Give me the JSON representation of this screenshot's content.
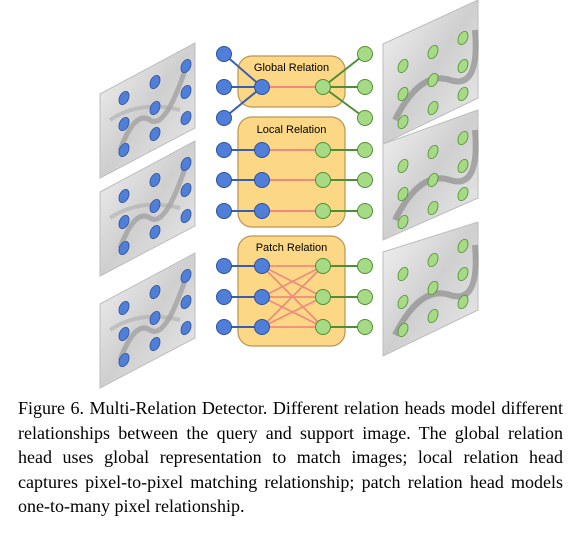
{
  "relation_heads": [
    {
      "title": "Global Relation"
    },
    {
      "title": "Local Relation"
    },
    {
      "title": "Patch Relation"
    }
  ],
  "caption": {
    "label": "Figure 6.",
    "text": "Multi-Relation Detector. Different relation heads model different relationships between the query and support image. The global relation head uses global representation to match images; local relation head captures pixel-to-pixel matching relationship; patch relation head models one-to-many pixel relationship."
  },
  "colors": {
    "query_node": "#4f7fd8",
    "support_node": "#a6da84",
    "box_fill": "#fcd886",
    "box_stroke": "#b89650",
    "relation_line": "#f08a7e",
    "query_line": "#3a5fb0",
    "support_line": "#4e8f33"
  }
}
